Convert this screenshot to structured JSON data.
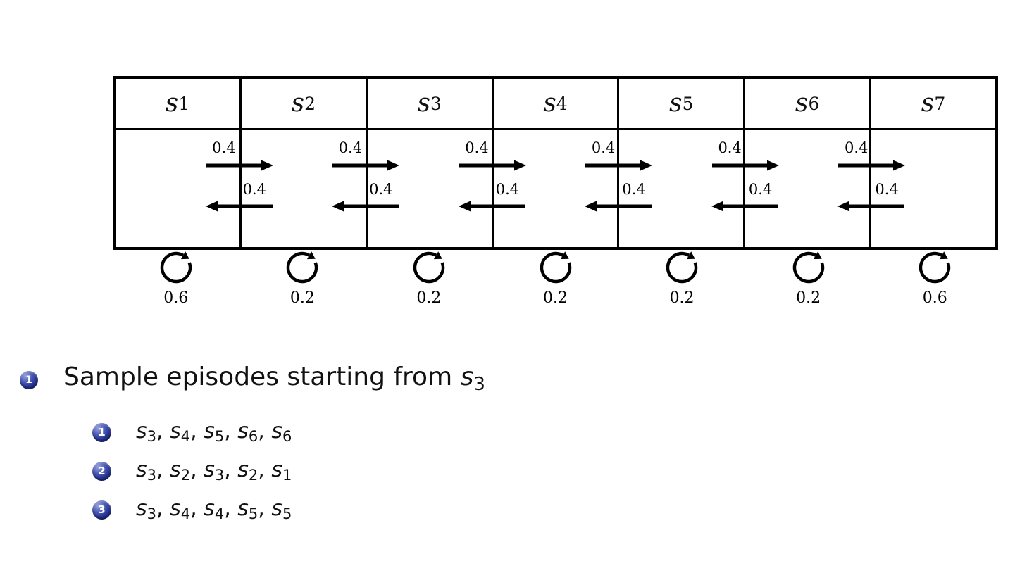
{
  "colors": {
    "background": "#ffffff",
    "diagram_stroke": "#000000",
    "badge": "#283593",
    "text": "#111111"
  },
  "diagram": {
    "states": [
      {
        "name": "s",
        "sub": "1",
        "self_loop_prob": "0.6"
      },
      {
        "name": "s",
        "sub": "2",
        "self_loop_prob": "0.2"
      },
      {
        "name": "s",
        "sub": "3",
        "self_loop_prob": "0.2"
      },
      {
        "name": "s",
        "sub": "4",
        "self_loop_prob": "0.2"
      },
      {
        "name": "s",
        "sub": "5",
        "self_loop_prob": "0.2"
      },
      {
        "name": "s",
        "sub": "6",
        "self_loop_prob": "0.2"
      },
      {
        "name": "s",
        "sub": "7",
        "self_loop_prob": "0.6"
      }
    ],
    "transitions": {
      "right_prob": "0.4",
      "left_prob": "0.4"
    }
  },
  "content": {
    "main_item": {
      "badge": "1",
      "text": "Sample episodes starting from ",
      "state_name": "s",
      "state_sub": "3"
    },
    "episode_var": "s",
    "episodes": [
      {
        "badge": "1",
        "subs": [
          "3",
          "4",
          "5",
          "6",
          "6"
        ]
      },
      {
        "badge": "2",
        "subs": [
          "3",
          "2",
          "3",
          "2",
          "1"
        ]
      },
      {
        "badge": "3",
        "subs": [
          "3",
          "4",
          "4",
          "5",
          "5"
        ]
      }
    ]
  }
}
